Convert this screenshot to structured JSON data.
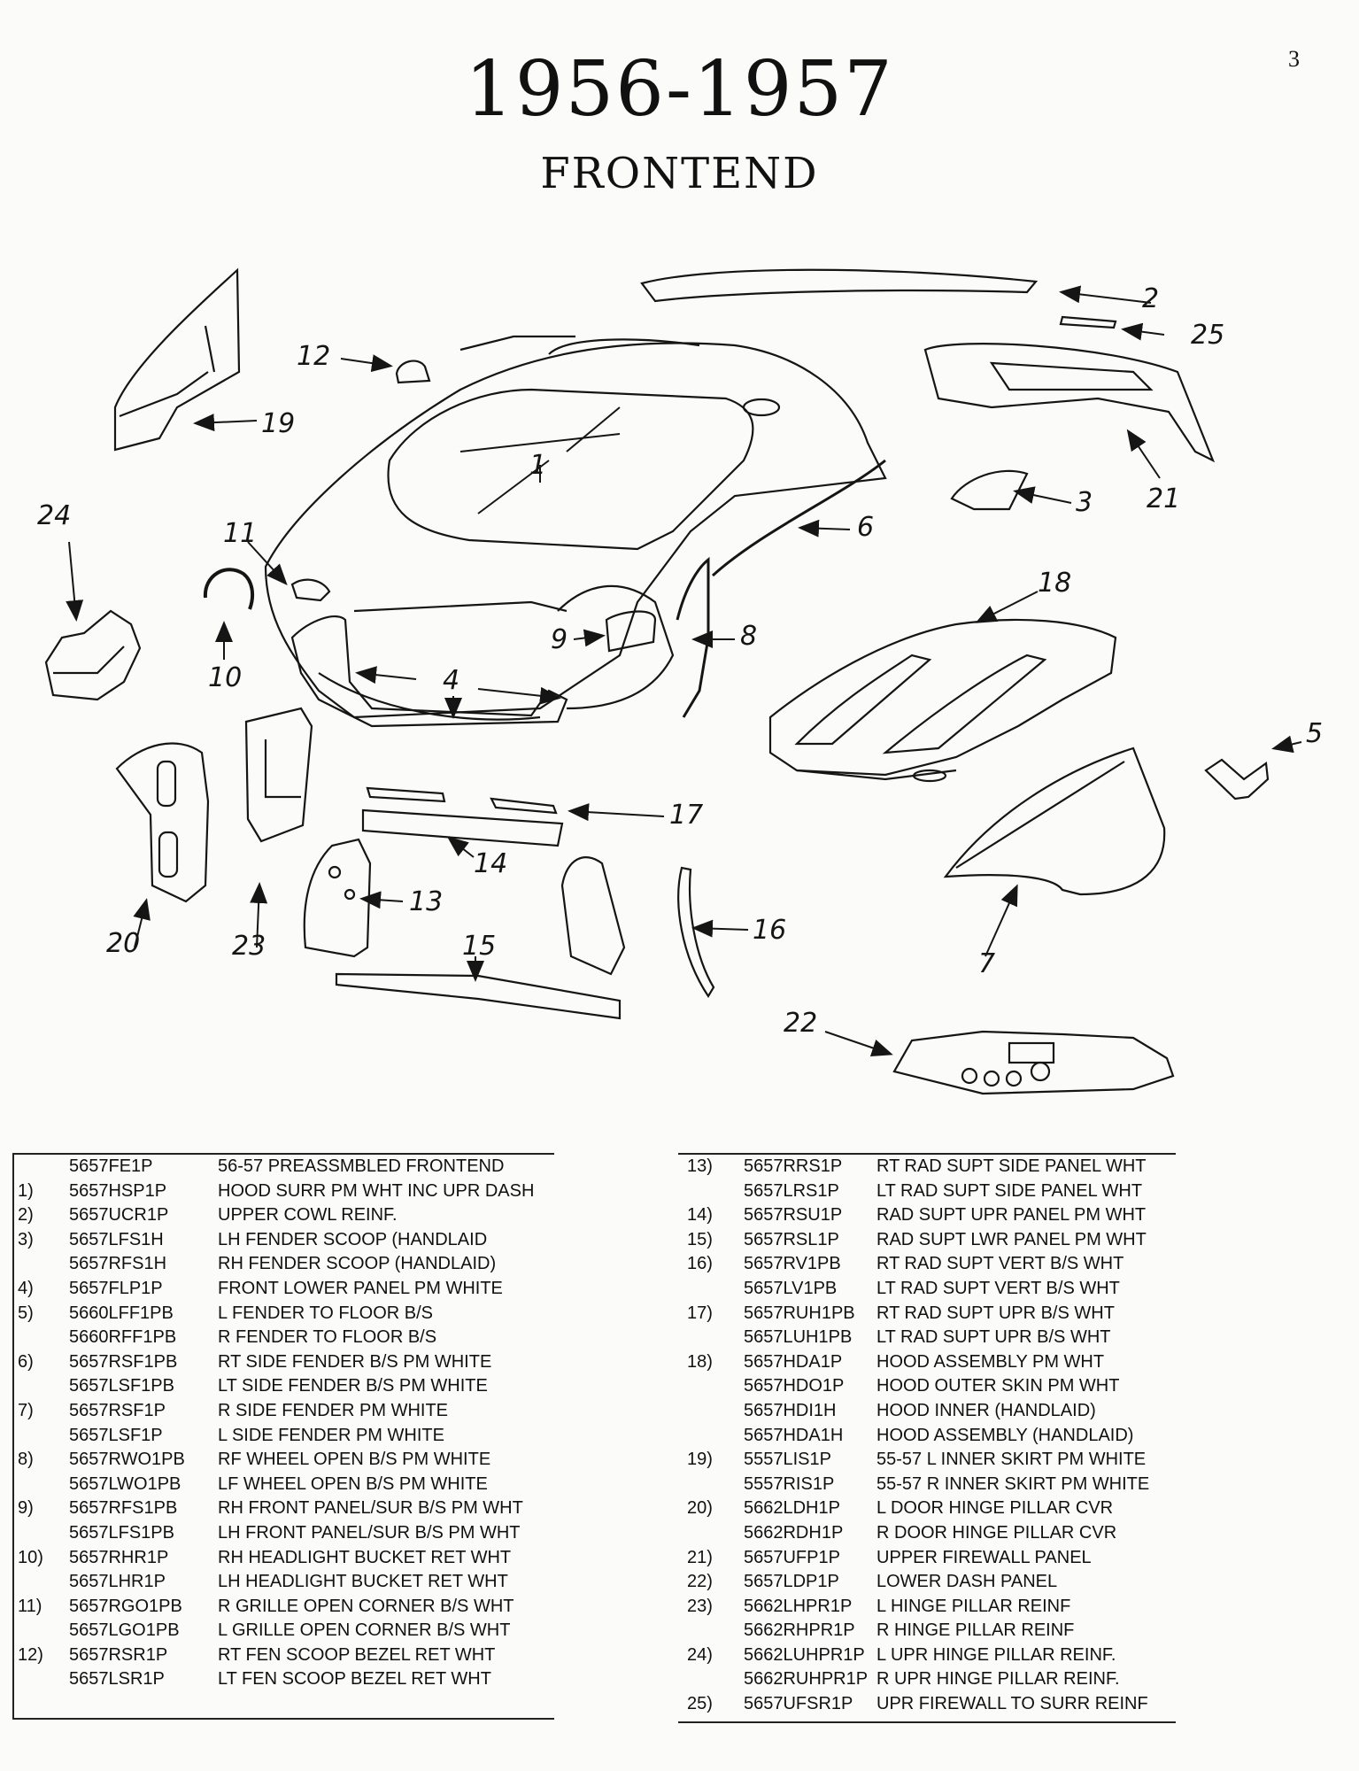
{
  "page_number": "3",
  "title": "1956-1957",
  "subtitle": "FRONTEND",
  "diagram_callouts": [
    "1",
    "2",
    "3",
    "4",
    "5",
    "6",
    "7",
    "8",
    "9",
    "10",
    "11",
    "12",
    "13",
    "14",
    "15",
    "16",
    "17",
    "18",
    "19",
    "20",
    "21",
    "22",
    "23",
    "24",
    "25"
  ],
  "parts_left": [
    {
      "num": "",
      "part": "5657FE1P",
      "desc": "56-57 PREASSMBLED FRONTEND"
    },
    {
      "num": "1)",
      "part": "5657HSP1P",
      "desc": "HOOD SURR PM WHT INC UPR DASH"
    },
    {
      "num": "2)",
      "part": "5657UCR1P",
      "desc": "UPPER COWL REINF."
    },
    {
      "num": "3)",
      "part": "5657LFS1H",
      "desc": "LH FENDER SCOOP (HANDLAID"
    },
    {
      "num": "",
      "part": "5657RFS1H",
      "desc": "RH FENDER SCOOP (HANDLAID)"
    },
    {
      "num": "4)",
      "part": "5657FLP1P",
      "desc": "FRONT LOWER PANEL PM WHITE"
    },
    {
      "num": "5)",
      "part": "5660LFF1PB",
      "desc": "L FENDER TO FLOOR B/S"
    },
    {
      "num": "",
      "part": "5660RFF1PB",
      "desc": "R FENDER TO FLOOR B/S"
    },
    {
      "num": "6)",
      "part": "5657RSF1PB",
      "desc": "RT SIDE FENDER B/S PM WHITE"
    },
    {
      "num": "",
      "part": "5657LSF1PB",
      "desc": "LT SIDE FENDER B/S PM WHITE"
    },
    {
      "num": "7)",
      "part": "5657RSF1P",
      "desc": "R SIDE FENDER PM WHITE"
    },
    {
      "num": "",
      "part": "5657LSF1P",
      "desc": "L SIDE FENDER PM WHITE"
    },
    {
      "num": "8)",
      "part": "5657RWO1PB",
      "desc": "RF WHEEL OPEN B/S PM WHITE"
    },
    {
      "num": "",
      "part": "5657LWO1PB",
      "desc": "LF WHEEL OPEN B/S PM WHITE"
    },
    {
      "num": "9)",
      "part": "5657RFS1PB",
      "desc": "RH FRONT PANEL/SUR B/S PM WHT"
    },
    {
      "num": "",
      "part": "5657LFS1PB",
      "desc": "LH FRONT PANEL/SUR B/S PM WHT"
    },
    {
      "num": "10)",
      "part": "5657RHR1P",
      "desc": "RH HEADLIGHT BUCKET RET WHT"
    },
    {
      "num": "",
      "part": "5657LHR1P",
      "desc": "LH HEADLIGHT BUCKET RET WHT"
    },
    {
      "num": "11)",
      "part": "5657RGO1PB",
      "desc": "R GRILLE OPEN CORNER B/S WHT"
    },
    {
      "num": "",
      "part": "5657LGO1PB",
      "desc": "L GRILLE OPEN CORNER B/S WHT"
    },
    {
      "num": "12)",
      "part": "5657RSR1P",
      "desc": "RT FEN SCOOP BEZEL RET WHT"
    },
    {
      "num": "",
      "part": "5657LSR1P",
      "desc": "LT FEN SCOOP BEZEL RET WHT"
    }
  ],
  "parts_right": [
    {
      "num": "13)",
      "part": "5657RRS1P",
      "desc": "RT RAD SUPT SIDE PANEL WHT"
    },
    {
      "num": "",
      "part": "5657LRS1P",
      "desc": "LT RAD SUPT SIDE PANEL WHT"
    },
    {
      "num": "14)",
      "part": "5657RSU1P",
      "desc": "RAD SUPT UPR PANEL PM WHT"
    },
    {
      "num": "15)",
      "part": "5657RSL1P",
      "desc": "RAD SUPT LWR PANEL PM WHT"
    },
    {
      "num": "16)",
      "part": "5657RV1PB",
      "desc": "RT RAD SUPT VERT B/S WHT"
    },
    {
      "num": "",
      "part": "5657LV1PB",
      "desc": "LT RAD SUPT VERT B/S WHT"
    },
    {
      "num": "17)",
      "part": "5657RUH1PB",
      "desc": "RT RAD SUPT UPR B/S WHT"
    },
    {
      "num": "",
      "part": "5657LUH1PB",
      "desc": "LT RAD SUPT UPR B/S WHT"
    },
    {
      "num": "18)",
      "part": "5657HDA1P",
      "desc": "HOOD ASSEMBLY PM WHT"
    },
    {
      "num": "",
      "part": "5657HDO1P",
      "desc": "HOOD OUTER SKIN PM WHT"
    },
    {
      "num": "",
      "part": "5657HDI1H",
      "desc": "HOOD INNER (HANDLAID)"
    },
    {
      "num": "",
      "part": "5657HDA1H",
      "desc": "HOOD ASSEMBLY (HANDLAID)"
    },
    {
      "num": "19)",
      "part": "5557LIS1P",
      "desc": "55-57 L INNER SKIRT PM WHITE"
    },
    {
      "num": "",
      "part": "5557RIS1P",
      "desc": "55-57 R INNER SKIRT PM WHITE"
    },
    {
      "num": "20)",
      "part": "5662LDH1P",
      "desc": "L DOOR HINGE PILLAR CVR"
    },
    {
      "num": "",
      "part": "5662RDH1P",
      "desc": "R DOOR HINGE PILLAR CVR"
    },
    {
      "num": "21)",
      "part": "5657UFP1P",
      "desc": "UPPER FIREWALL PANEL"
    },
    {
      "num": "22)",
      "part": "5657LDP1P",
      "desc": "LOWER DASH PANEL"
    },
    {
      "num": "23)",
      "part": "5662LHPR1P",
      "desc": "L HINGE PILLAR REINF"
    },
    {
      "num": "",
      "part": "5662RHPR1P",
      "desc": "R HINGE PILLAR REINF"
    },
    {
      "num": "24)",
      "part": "5662LUHPR1P",
      "desc": "L UPR HINGE PILLAR REINF."
    },
    {
      "num": "",
      "part": "5662RUHPR1P",
      "desc": "R UPR HINGE PILLAR REINF."
    },
    {
      "num": "25)",
      "part": "5657UFSR1P",
      "desc": "UPR FIREWALL TO SURR REINF"
    }
  ]
}
